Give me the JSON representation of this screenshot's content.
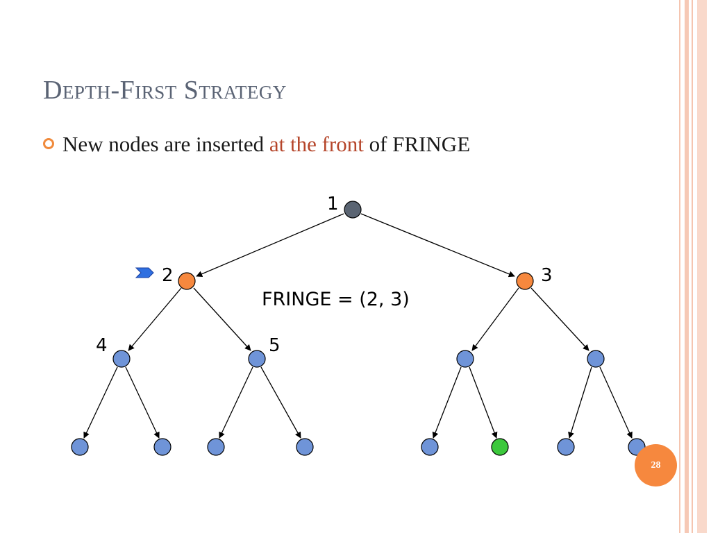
{
  "slide": {
    "title": "Depth-First Strategy",
    "bullet": {
      "before": "New nodes are inserted ",
      "highlight": "at the front",
      "after": " of FRINGE"
    },
    "page_number": "28"
  },
  "diagram": {
    "fringe_label": "FRINGE = (2, 3)",
    "node_labels": {
      "n1": "1",
      "n2": "2",
      "n3": "3",
      "n4": "4",
      "n5": "5"
    },
    "colors": {
      "root": "#5a6472",
      "fringe": "#f6883e",
      "unexplored": "#6f94d8",
      "goal": "#3cc83c",
      "pointer": "#2f6fe0",
      "accent_border": "#f3b8a0"
    }
  }
}
